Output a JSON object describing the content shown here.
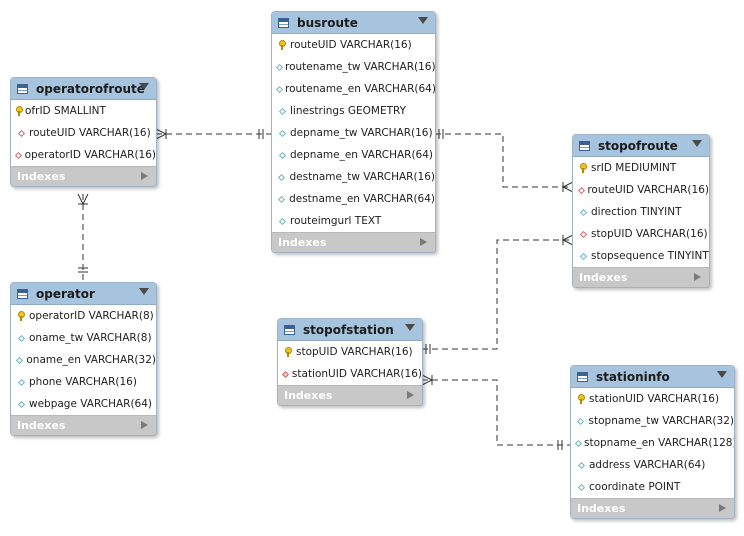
{
  "tables": {
    "busroute": {
      "title": "busroute",
      "columns": [
        {
          "text": "routeUID VARCHAR(16)",
          "marker": "pk"
        },
        {
          "text": "routename_tw VARCHAR(16)",
          "marker": "col"
        },
        {
          "text": "routename_en VARCHAR(64)",
          "marker": "col"
        },
        {
          "text": "linestrings GEOMETRY",
          "marker": "col"
        },
        {
          "text": "depname_tw VARCHAR(16)",
          "marker": "col"
        },
        {
          "text": "depname_en VARCHAR(64)",
          "marker": "col"
        },
        {
          "text": "destname_tw VARCHAR(16)",
          "marker": "col"
        },
        {
          "text": "destname_en VARCHAR(64)",
          "marker": "col"
        },
        {
          "text": "routeimgurl TEXT",
          "marker": "col"
        }
      ],
      "indexes_label": "Indexes"
    },
    "operatorofroute": {
      "title": "operatorofroute",
      "columns": [
        {
          "text": "ofrID SMALLINT",
          "marker": "pk"
        },
        {
          "text": "routeUID VARCHAR(16)",
          "marker": "fk"
        },
        {
          "text": "operatorID VARCHAR(16)",
          "marker": "fk"
        }
      ],
      "indexes_label": "Indexes"
    },
    "operator": {
      "title": "operator",
      "columns": [
        {
          "text": "operatorID VARCHAR(8)",
          "marker": "pk"
        },
        {
          "text": "oname_tw VARCHAR(8)",
          "marker": "col"
        },
        {
          "text": "oname_en VARCHAR(32)",
          "marker": "col"
        },
        {
          "text": "phone VARCHAR(16)",
          "marker": "col"
        },
        {
          "text": "webpage VARCHAR(64)",
          "marker": "col"
        }
      ],
      "indexes_label": "Indexes"
    },
    "stopofroute": {
      "title": "stopofroute",
      "columns": [
        {
          "text": "srID MEDIUMINT",
          "marker": "pk"
        },
        {
          "text": "routeUID VARCHAR(16)",
          "marker": "fk"
        },
        {
          "text": "direction TINYINT",
          "marker": "col"
        },
        {
          "text": "stopUID VARCHAR(16)",
          "marker": "fk"
        },
        {
          "text": "stopsequence TINYINT",
          "marker": "col"
        }
      ],
      "indexes_label": "Indexes"
    },
    "stopofstation": {
      "title": "stopofstation",
      "columns": [
        {
          "text": "stopUID VARCHAR(16)",
          "marker": "pk"
        },
        {
          "text": "stationUID VARCHAR(16)",
          "marker": "fkn"
        }
      ],
      "indexes_label": "Indexes"
    },
    "stationinfo": {
      "title": "stationinfo",
      "columns": [
        {
          "text": "stationUID VARCHAR(16)",
          "marker": "pk"
        },
        {
          "text": "stopname_tw VARCHAR(32)",
          "marker": "col"
        },
        {
          "text": "stopname_en VARCHAR(128)",
          "marker": "col"
        },
        {
          "text": "address VARCHAR(64)",
          "marker": "col"
        },
        {
          "text": "coordinate POINT",
          "marker": "col"
        }
      ],
      "indexes_label": "Indexes"
    }
  },
  "colors": {
    "header": "#a7c4df",
    "footer": "#c8c8c8",
    "connector": "#333333"
  }
}
